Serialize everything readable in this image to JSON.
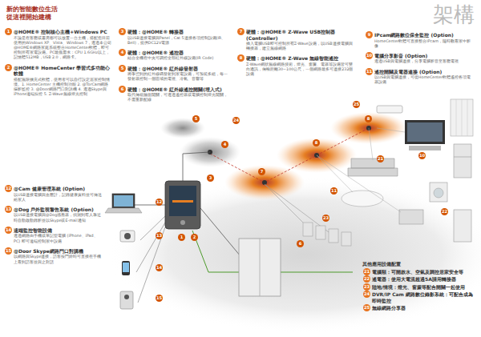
{
  "diagram": {
    "title": "新的智能數位生活 從這裡開始建構",
    "nodes": [
      {
        "text": [
          "@HOME® 控制核心主機+Windows PC",
          "不論是在客廳或書房都可以放置一台主機，搭配您目前使用的Windows XP、Vista、Windows 7，透過本公司@HOME®網路家庭系統整合HomeCenter軟體，即可控制所有家電設備。PC最低需求：CPU 1.6GHz以上，記憶體512MB，USB 2.0，網路卡。"
        ]
      },
      {
        "text": [
          "@HOME® HomeCenter 學習式多功能心軟體",
          "搭配無限擴充式軟體，使用者可以自行設定居家控制情境。1. HomeCenter 主機控制功能 2. @TorCam網路攝影監控 3. @Door網路門口對講機 4. 透過Skype與iPhone遠端操控 5. Z-Wave無線燈光控制"
        ]
      },
      {
        "text": [
          "硬體：@HOME® 轉接器",
          "以USB連接電腦與Panel，Cat 5連接各項控制設備(IR、Bell)，提供DC12V電源"
        ]
      },
      {
        "text": [
          "硬體：@HOME® 遙控器",
          "結合全機在中央可調控全部紅外線設備(IR Code)"
        ]
      },
      {
        "text": [
          "硬體：@HOME® 紅外線發射器",
          "將學習到的紅外線碼發射到家電設備，可加裝多組，每一發射器控制一個區域的電視、冷氣、音響等"
        ]
      },
      {
        "text": [
          "硬體：@HOME® 紅外線遙控開關(埋入式)",
          "取代傳統牆面開關，可透過遙控器或電腦控制燈光開關，不需重新配線"
        ]
      },
      {
        "text": [
          "硬體：@HOME® Z-Wave USB控制器(Controller)",
          "插入電腦USB即可控制所有Z-Wave設備，以USB連接電腦與轉接器，建立無線網路"
        ]
      },
      {
        "text": [
          "硬體：@HOME® Z-Wave 無線智能遙控",
          "Z-Wave網狀無線網路技術，燈光、窗簾、電器等設備皆可雙向通訊，傳輸距離30~100公尺，一個網路最多可連接232個設備"
        ]
      },
      {
        "text": [
          "IPcam網路數位保全監控 (Option)",
          "HomeCenter軟體可直接整合IPcam，隨時觀看家中影像"
        ]
      },
      {
        "text": [
          "電腦分享影音 (Option)",
          "透過USB與電腦連接，分享電腦影音至客廳電視"
        ]
      },
      {
        "text": [
          "遙控開關及電器連接 (Option)",
          "以USB與電腦連接，可從HomeCenter軟體遙控各項電器設備"
        ]
      },
      {
        "text": [
          "@Cam 健康管理系統 (Option)",
          "以USB連接電腦與血壓計，記錄健康資料並可傳送給家人"
        ]
      },
      {
        "text": [
          "@Dog 戶外監視警告系統 (Option)",
          "以USB連接電腦與@Dog感應器，偵測到有人靠近時自動啟動錄影並以Skype或E-mail通知"
        ]
      },
      {
        "text": [
          "遠端監控智能設備",
          "透過網路由手機或筆記型電腦 (iPhone、iPad、PC) 即可遠端控制家中設備"
        ]
      },
      {
        "text": [
          "@Door Skype網路門口對講機",
          "以網路與Skype連接，訪客按門鈴時可直接在手機上看到訪客並與之對話"
        ]
      },
      {
        "text": [
          "其他應用設備配置"
        ]
      },
      {
        "text": [
          "電腦類：可開啟水、空氣及調控居家安全等"
        ],
        "in": 15
      },
      {
        "text": [
          "遙電器：使用大電流超過5A請用轉接器"
        ],
        "in": 15
      },
      {
        "text": [
          "陸地/情境：燈光、窗簾等配合開關一起使用"
        ],
        "in": 15
      },
      {
        "text": [
          "DVR/IP Cam 網路數位錄影系統：可配合成為即時監控"
        ],
        "in": 15
      },
      {
        "text": [
          "無線網路分享器"
        ],
        "in": 15
      }
    ],
    "labels": [
      "架構",
      "1",
      "2",
      "3",
      "4",
      "5",
      "6",
      "7",
      "8",
      "9",
      "10",
      "11",
      "12",
      "13",
      "14",
      "15",
      "21",
      "22",
      "23",
      "24",
      "25",
      "3",
      "4",
      "5",
      "6",
      "7",
      "8",
      "8",
      "10",
      "11",
      "12",
      "13",
      "14",
      "15",
      "21",
      "22",
      "23",
      "24",
      "25",
      "1",
      "2"
    ]
  }
}
